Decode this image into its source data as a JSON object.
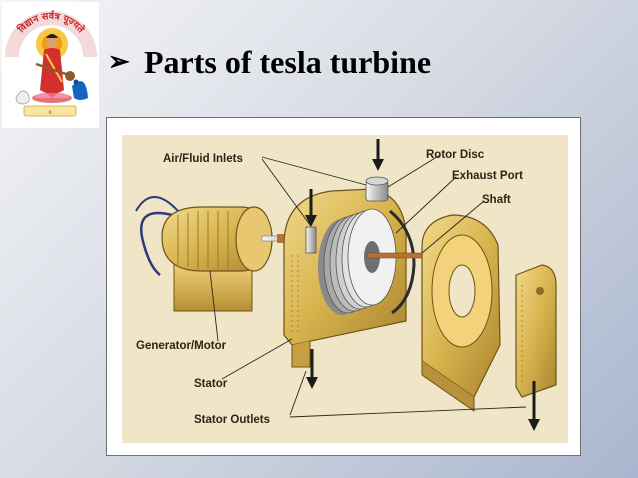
{
  "slide": {
    "title_bullet": "➢",
    "title": "Parts of tesla turbine"
  },
  "logo": {
    "inscription": "विद्यान सर्वत्र पूज्यते",
    "icon": "saraswati-emblem-icon"
  },
  "diagram": {
    "labels": {
      "air_fluid_inlets": "Air/Fluid Inlets",
      "rotor_disc": "Rotor Disc",
      "exhaust_port": "Exhaust Port",
      "shaft": "Shaft",
      "generator_motor": "Generator/Motor",
      "stator": "Stator",
      "stator_outlets": "Stator Outlets"
    }
  },
  "colors": {
    "illustration_bg": "#f0e5c6",
    "gold_body": "#d8b44e",
    "logo_red": "#c62828"
  }
}
